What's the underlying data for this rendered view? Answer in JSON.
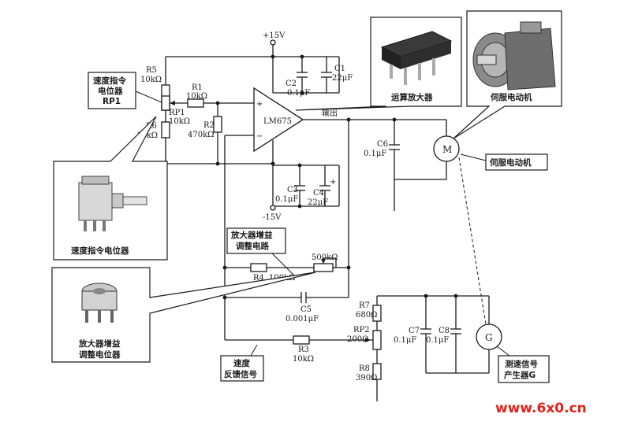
{
  "supply": {
    "vplus": "+15V",
    "vminus": "-15V"
  },
  "opamp": {
    "name": "LM675",
    "plus": "+",
    "minus": "−",
    "output_label": "输出"
  },
  "components": {
    "r5": {
      "name": "R5",
      "value": "10kΩ"
    },
    "rp1": {
      "name": "RP1",
      "value": "10kΩ"
    },
    "r6": {
      "name": "R6",
      "value": "10kΩ"
    },
    "r1": {
      "name": "R1",
      "value": "10kΩ"
    },
    "r2": {
      "name": "R2",
      "value": "470kΩ"
    },
    "c1": {
      "name": "C1",
      "value": "22μF"
    },
    "c2": {
      "name": "C2",
      "value": "0.1μF"
    },
    "c3": {
      "name": "C3",
      "value": "0.1μF"
    },
    "c4": {
      "name": "C4",
      "value": "22μF"
    },
    "c6": {
      "name": "C6",
      "value": "0.1μF"
    },
    "r4": {
      "name": "R4",
      "value": "100kΩ"
    },
    "pot500": {
      "value": "500kΩ"
    },
    "c5": {
      "name": "C5",
      "value": "0.001μF"
    },
    "r3": {
      "name": "R3",
      "value": "10kΩ"
    },
    "r7": {
      "name": "R7",
      "value": "680Ω"
    },
    "rp2": {
      "name": "RP2",
      "value": "200Ω"
    },
    "r8": {
      "name": "R8",
      "value": "390Ω"
    },
    "c7": {
      "name": "C7",
      "value": "0.1μF"
    },
    "c8": {
      "name": "C8",
      "value": "0.1μF"
    },
    "motor": {
      "symbol": "M"
    },
    "tacho": {
      "symbol": "G"
    }
  },
  "callouts": {
    "rp1_box": {
      "line1": "速度指令",
      "line2": "电位器",
      "line3": "RP1"
    },
    "pot_photo_caption": "速度指令电位器",
    "opamp_photo_caption": "运算放大器",
    "motor_photo_caption": "伺服电动机",
    "motor_label": "伺服电动机",
    "gain_box": {
      "line1": "放大器增益",
      "line2": "调整电路"
    },
    "gain_photo_caption": {
      "line1": "放大器增益",
      "line2": "调整电位器"
    },
    "feedback_box": {
      "line1": "速度",
      "line2": "反馈信号"
    },
    "tacho_label": {
      "line1": "测速信号",
      "line2": "产生器G"
    }
  },
  "watermark": "www.6x0.cn"
}
